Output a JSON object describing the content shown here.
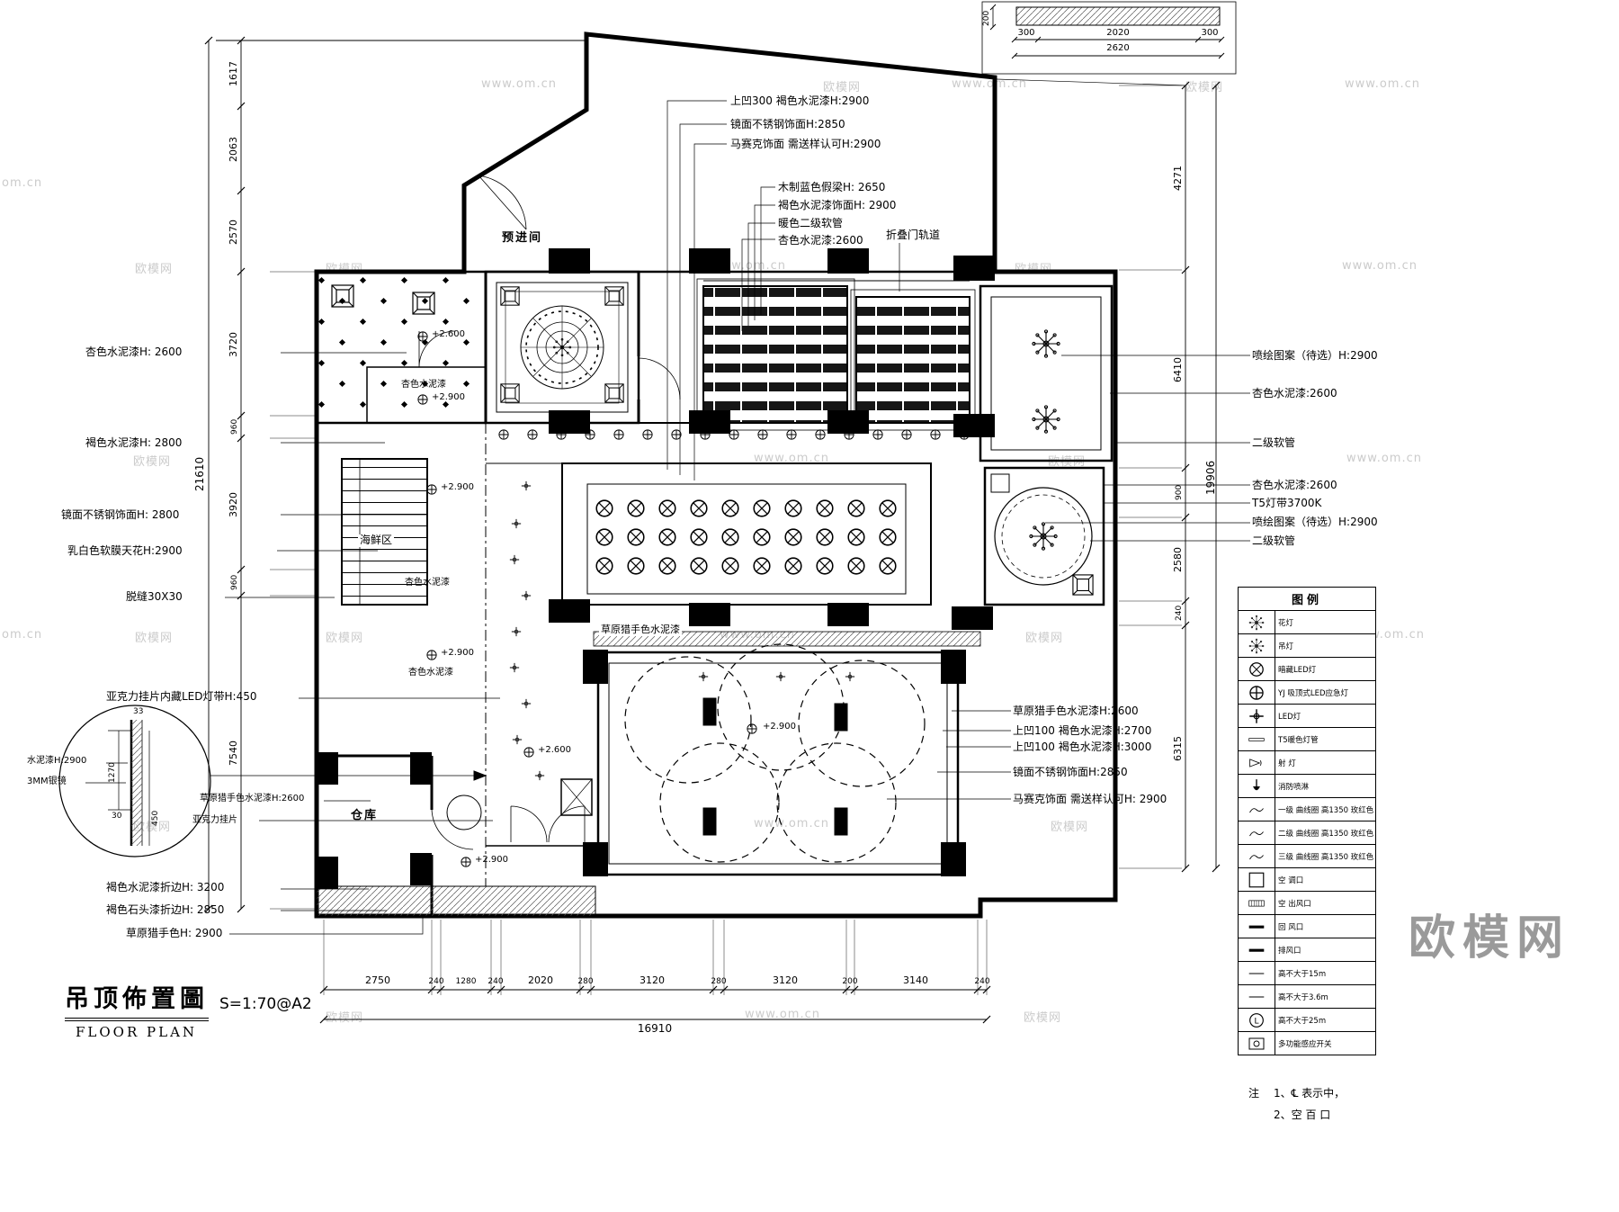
{
  "watermark": {
    "brand": "欧模网",
    "url": "www.om.cn",
    "url_short": "om.cn",
    "big": "欧模网"
  },
  "title_block": {
    "title": "吊顶佈置圖",
    "subtitle": "FLOOR PLAN",
    "scale": "S=1:70@A2"
  },
  "left_annotations": [
    "杏色水泥漆H: 2600",
    "褐色水泥漆H: 2800",
    "镜面不锈钢饰面H: 2800",
    "乳白色软膜天花H:2900",
    "脱缝30X30",
    "亚克力挂片内藏LED灯带H:450",
    "水泥漆H:2900",
    "3MM银镜",
    "草原猎手色水泥漆H:2600",
    "亚克力挂片",
    "褐色水泥漆折边H: 3200",
    "褐色石头漆折边H: 2850",
    "草原猎手色H: 2900"
  ],
  "top_annotations": [
    "上凹300 褐色水泥漆H:2900",
    "镜面不锈钢饰面H:2850",
    "马赛克饰面 需送样认可H:2900",
    "木制蓝色假梁H: 2650",
    "褐色水泥漆饰面H: 2900",
    "暖色二级软管",
    "杏色水泥漆:2600",
    "折叠门轨道"
  ],
  "right_annotations": [
    "喷绘图案（待选）H:2900",
    "杏色水泥漆:2600",
    "二级软管",
    "杏色水泥漆:2600",
    "T5灯带3700K",
    "喷绘图案（待选）H:2900",
    "二级软管"
  ],
  "right_lower_annotations": [
    "草原猎手色水泥漆H:2600",
    "上凹100 褐色水泥漆H:2700",
    "上凹100 褐色水泥漆H:3000",
    "镜面不锈钢饰面H:2850",
    "马赛克饰面 需送样认可H: 2900"
  ],
  "room_labels": {
    "vestibule": "预进间",
    "seafood": "海鲜区",
    "warehouse": "仓库",
    "apricot": "杏色水泥漆",
    "grass": "草原猎手色水泥漆"
  },
  "elevations": {
    "e26": "+2.600",
    "e29": "+2.900"
  },
  "dims": {
    "left": [
      "1617",
      "2063",
      "2570",
      "3720",
      "960",
      "3920",
      "960",
      "7540"
    ],
    "left_total": "21610",
    "right": [
      "4271",
      "6410",
      "900",
      "2580",
      "240",
      "6315"
    ],
    "right_total": "19906",
    "bottom": [
      "2750",
      "240",
      "1280",
      "240",
      "2020",
      "280",
      "3120",
      "280",
      "3120",
      "200",
      "3140",
      "240"
    ],
    "bottom_total": "16910",
    "detail": {
      "seg1": "300",
      "seg2": "2020",
      "seg3": "300",
      "total": "2620",
      "height": "200"
    },
    "section": {
      "d1": "33",
      "d2": "1270",
      "d3": "30",
      "d4": "450"
    }
  },
  "legend": {
    "header": "图例",
    "rows": [
      {
        "sym": "flower-lamp-icon",
        "label": "花灯"
      },
      {
        "sym": "pendant-lamp-icon",
        "label": "吊灯"
      },
      {
        "sym": "downlight-icon",
        "label": "暗藏LED灯"
      },
      {
        "sym": "emergency-lamp-icon",
        "label": "YJ 吸顶式LED应急灯"
      },
      {
        "sym": "led-lamp-icon",
        "label": "LED灯"
      },
      {
        "sym": "t5-tube-icon",
        "label": "T5暖色灯管"
      },
      {
        "sym": "spotlight-icon",
        "label": "射 灯"
      },
      {
        "sym": "sprinkler-icon",
        "label": "消防喷淋"
      },
      {
        "sym": "curve-icon",
        "label": "一级 曲线圈 高1350 玫红色"
      },
      {
        "sym": "curve-icon",
        "label": "二级 曲线圈 高1350 玫红色"
      },
      {
        "sym": "curve-icon",
        "label": "三级 曲线圈 高1350 玫红色"
      },
      {
        "sym": "ac-vent-icon",
        "label": "空  调口"
      },
      {
        "sym": "supply-vent-icon",
        "label": "空  出风口"
      },
      {
        "sym": "return-vent-icon",
        "label": "回  风口"
      },
      {
        "sym": "exhaust-vent-icon",
        "label": "排风口"
      },
      {
        "sym": "height-line-icon",
        "label": "高不大于15m"
      },
      {
        "sym": "height-line-icon",
        "label": "高不大于3.6m"
      },
      {
        "sym": "fan-icon",
        "label": "高不大于25m"
      },
      {
        "sym": "switch-icon",
        "label": "多功能感应开关"
      }
    ]
  },
  "notes": {
    "n0": "注",
    "n1": "1、℄  表示中，",
    "n2": "2、空 百 口"
  }
}
